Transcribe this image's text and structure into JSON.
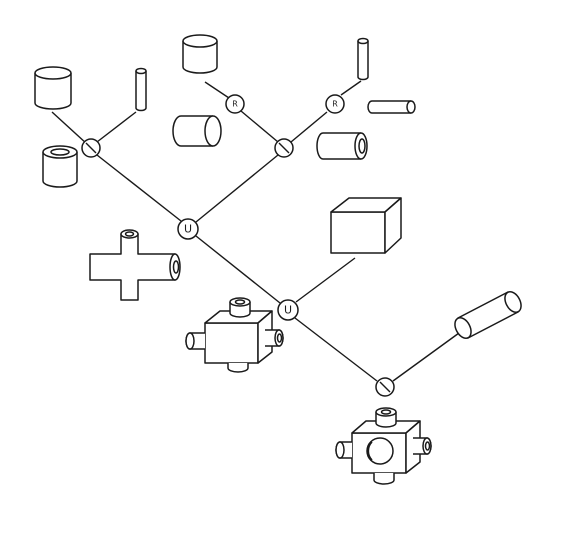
{
  "diagram": {
    "nodes": [
      {
        "id": "diff-left",
        "op": "difference",
        "symbol": ""
      },
      {
        "id": "rot-left",
        "op": "rotation",
        "symbol": "R"
      },
      {
        "id": "rot-right",
        "op": "rotation",
        "symbol": "R"
      },
      {
        "id": "diff-right",
        "op": "difference",
        "symbol": ""
      },
      {
        "id": "union-upper",
        "op": "union",
        "symbol": "U"
      },
      {
        "id": "union-lower",
        "op": "union",
        "symbol": "U"
      },
      {
        "id": "diff-root",
        "op": "difference",
        "symbol": ""
      }
    ],
    "primitives": [
      "cylinder-vertical",
      "thin-rod-vertical",
      "cylinder-horizontal",
      "thin-rod-horizontal",
      "box"
    ],
    "composites": [
      "tube",
      "tube-horizontal",
      "cross-pipe",
      "box-with-bosses",
      "box-with-bosses-and-hole"
    ],
    "edges": [
      [
        "cylinder-tl",
        "diff-left"
      ],
      [
        "rod-tl",
        "diff-left"
      ],
      [
        "diff-left",
        "union-upper"
      ],
      [
        "cylinder-top",
        "rot-left"
      ],
      [
        "rot-left",
        "diff-right"
      ],
      [
        "rod-top-right",
        "rot-right"
      ],
      [
        "rot-right",
        "diff-right"
      ],
      [
        "diff-right",
        "union-upper"
      ],
      [
        "union-upper",
        "union-lower"
      ],
      [
        "box",
        "union-lower"
      ],
      [
        "union-lower",
        "diff-root"
      ],
      [
        "cylinder-right",
        "diff-root"
      ]
    ]
  }
}
